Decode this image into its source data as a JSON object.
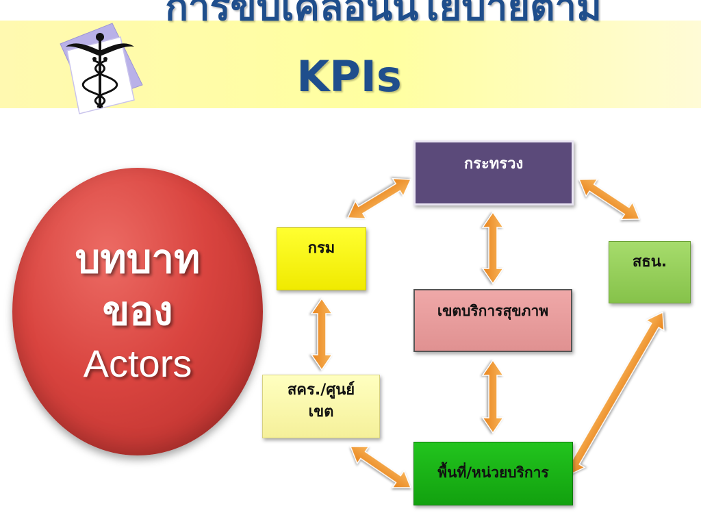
{
  "title": {
    "line1": "การขับเคลื่อนนโยบายตาม",
    "line2": "KPIs"
  },
  "actors_oval": {
    "line1": "บทบาท",
    "line2": "ของ",
    "line3": "Actors"
  },
  "boxes": {
    "ministry": "กระทรวง",
    "department": "กรม",
    "sorsor": "สธน.",
    "health_region": "เขตบริการสุขภาพ",
    "regional_center": "สคร./ศูนย์\nเขต",
    "area_unit": "พื้นที่/หน่วยบริการ"
  },
  "colors": {
    "title": "#1f4e8c",
    "arrow": "#f39a2e",
    "oval": "#d9443f",
    "ministry_box": "#5b4a7a",
    "department_box": "#f5ee00",
    "sorsor_box": "#92cf58",
    "region_box": "#e9a0a0",
    "center_box": "#f9f6a8",
    "area_box": "#1bb418"
  },
  "icons": [
    "caduceus-icon"
  ]
}
